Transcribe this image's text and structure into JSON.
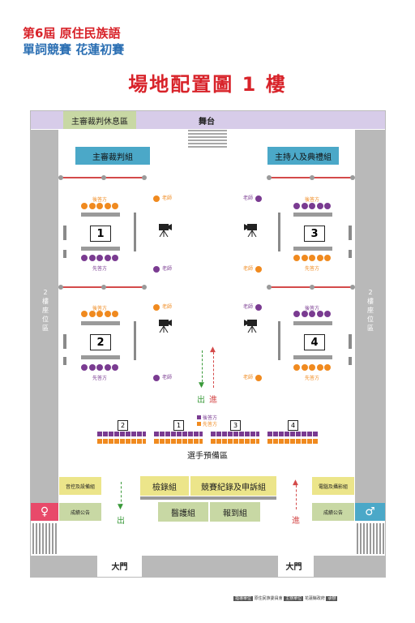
{
  "logo": {
    "line1": "第6屆 原住民族語",
    "line2": "單詞競賽 花蓮初賽"
  },
  "title": "場地配置圖 1 樓",
  "stage": "舞台",
  "judge_rest": "主審裁判休息區",
  "judge_group": "主審裁判組",
  "host_group": "主持人及典禮組",
  "second_floor": "2樓座位區",
  "roles": {
    "back": "後答方",
    "front": "先答方",
    "teacher": "老師"
  },
  "teams": [
    "1",
    "2",
    "3",
    "4"
  ],
  "seat_labels": [
    "2",
    "1",
    "3",
    "4"
  ],
  "legend": {
    "back": "後答方",
    "front": "先答方"
  },
  "in_label": "進",
  "out_label": "出",
  "waiting_area": "選手預備區",
  "bottom": {
    "audio": "音控及設備組",
    "score_left": "成績公告",
    "check": "檢錄組",
    "record": "競賽紀錄及申訴組",
    "medical": "醫護組",
    "report": "報到組",
    "photo": "電腦及攝影組",
    "score_right": "成績公告"
  },
  "door": "大門",
  "footer": {
    "tag1": "指導單位",
    "org1": "原住民族委員會",
    "tag2": "主辦單位",
    "org2": "花蓮縣政府",
    "tag3": "承辦"
  },
  "colors": {
    "title": "#d8232a",
    "orange": "#f08a1f",
    "purple": "#7a3b91",
    "teal": "#4ba8c8",
    "yellow": "#ece58a",
    "green": "#c8d8a4",
    "lavender": "#d7cce9"
  }
}
